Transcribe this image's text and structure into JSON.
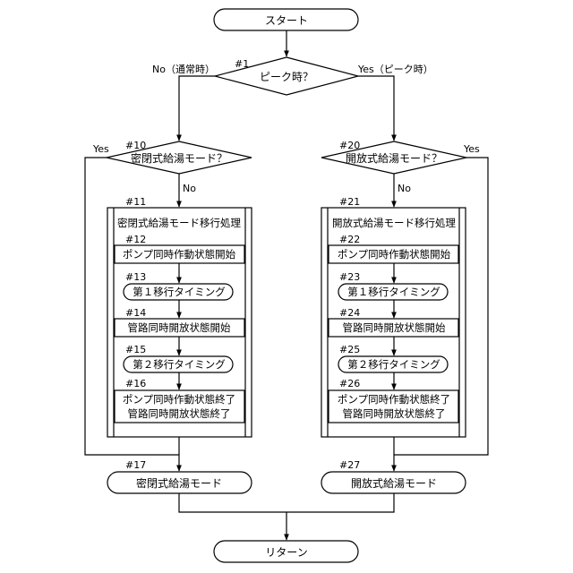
{
  "start": {
    "label": "スタート"
  },
  "end": {
    "label": "リターン"
  },
  "decision_main": {
    "step": "#1",
    "label": "ピーク時？",
    "no_label": "No（通常時）",
    "yes_label": "Yes（ピーク時）"
  },
  "left": {
    "decision": {
      "step": "#10",
      "label": "密閉式給湯モード？",
      "yes_label": "Yes",
      "no_label": "No"
    },
    "process": {
      "step": "#11",
      "title": "密閉式給湯モード移行処理"
    },
    "steps": [
      {
        "step": "#12",
        "label": "ポンプ同時作動状態開始"
      },
      {
        "step": "#13",
        "label": "第１移行タイミング"
      },
      {
        "step": "#14",
        "label": "管路同時開放状態開始"
      },
      {
        "step": "#15",
        "label": "第２移行タイミング"
      },
      {
        "step": "#16",
        "line1": "ポンプ同時作動状態終了",
        "line2": "管路同時開放状態終了"
      }
    ],
    "result": {
      "step": "#17",
      "label": "密閉式給湯モード"
    }
  },
  "right": {
    "decision": {
      "step": "#20",
      "label": "開放式給湯モード？",
      "yes_label": "Yes",
      "no_label": "No"
    },
    "process": {
      "step": "#21",
      "title": "開放式給湯モード移行処理"
    },
    "steps": [
      {
        "step": "#22",
        "label": "ポンプ同時作動状態開始"
      },
      {
        "step": "#23",
        "label": "第１移行タイミング"
      },
      {
        "step": "#24",
        "label": "管路同時開放状態開始"
      },
      {
        "step": "#25",
        "label": "第２移行タイミング"
      },
      {
        "step": "#26",
        "line1": "ポンプ同時作動状態終了",
        "line2": "管路同時開放状態終了"
      }
    ],
    "result": {
      "step": "#27",
      "label": "開放式給湯モード"
    }
  }
}
